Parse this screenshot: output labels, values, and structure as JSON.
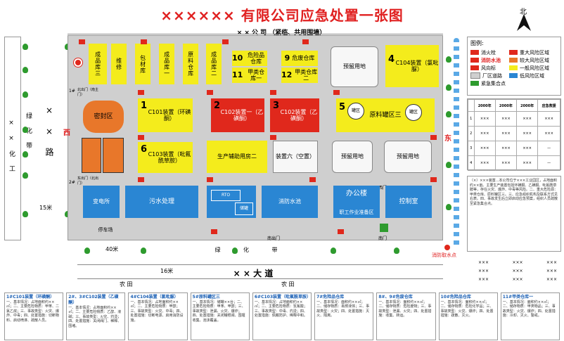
{
  "title": "×××××× 有限公司应急处置一张图",
  "north": "北",
  "top_road": "× × 公 司 （紧临、共用围墙）",
  "west_label": "西",
  "east_label": "东",
  "left_roads": {
    "green_strip": "绿 化 带",
    "industry": "× × 化 工",
    "road": "× × 路",
    "distance": "15米"
  },
  "bottom": {
    "green_strip": "绿 化 带",
    "distance_40": "40米",
    "distance_16": "16米",
    "avenue": "× × 大 道",
    "farmland_left": "农 田",
    "farmland_right": "农 田"
  },
  "gates": {
    "north_gate": "1#",
    "east_gate": "2#",
    "west_gate_label": "西门",
    "south_gate_label": "南门",
    "upper_gate": "北出门（南主门）",
    "lower_gate": "东出门（北出门）",
    "south_exit": "南出门"
  },
  "water_point": "消防取水点",
  "buildings": {
    "row1": [
      {
        "label": "成品库三"
      },
      {
        "label": "维修"
      },
      {
        "label": "包材库"
      },
      {
        "label": "成品库一"
      },
      {
        "label": "原料仓库"
      },
      {
        "label": "成品库二"
      }
    ],
    "dangerous_10": {
      "num": "10",
      "label": "危险品仓库"
    },
    "dangerous_11": {
      "num": "11",
      "label": "甲类仓库一"
    },
    "dangerous_9": {
      "num": "9",
      "label": "危废仓库"
    },
    "dangerous_12": {
      "num": "12",
      "label": "甲类仓库二"
    },
    "reserve_top": "预留用地",
    "c104": {
      "num": "4",
      "label": "C104装置（氯吡脲）"
    },
    "c101": {
      "num": "1",
      "label": "C101装置（环磺酮）"
    },
    "c102": {
      "num": "2",
      "label": "C102装置一（乙磺酮）"
    },
    "c103b": {
      "num": "3",
      "label": "C102装置（乙磺酮）"
    },
    "c103": {
      "num": "6",
      "label": "C103装置（吡氟酰草胺）"
    },
    "tank_area": {
      "num": "5",
      "label": "原料罐区三"
    },
    "tank_a": "罐区",
    "tank_b": "罐区",
    "aux_factory": "生产辅助用房二",
    "device6": "装置六（空置）",
    "reserve_mid": "预留用地",
    "reserve_right": "预留用地",
    "sealed_zone": "密封区",
    "power": "变电所",
    "sewage": "污水处理",
    "rto": "RTO",
    "storage": "储罐",
    "pool": "消防水池",
    "office": "办公楼",
    "staff": "职工作业准备区",
    "control": "控制室",
    "parking": "停车场",
    "assembly": "紧急集合点"
  },
  "legend": {
    "title": "图例:",
    "items": [
      {
        "label": "消火栓",
        "color": "#e0281c"
      },
      {
        "label": "重大风险区域",
        "color": "#e0281c"
      },
      {
        "label": "消防水池",
        "color": "#e0281c"
      },
      {
        "label": "较大风险区域",
        "color": "#e8772a"
      },
      {
        "label": "风向标",
        "color": "#e0281c"
      },
      {
        "label": "一般风险区域",
        "color": "#f4ec1c"
      },
      {
        "label": "厂区道路",
        "color": "#cfcfcf"
      },
      {
        "label": "低风险区域",
        "color": "#2a86d3"
      },
      {
        "label": "紧急集合点",
        "color": "#2e9b2e"
      }
    ]
  },
  "contact_table": {
    "headers": [
      "",
      "2000年",
      "2000年",
      "2000年",
      "应急救援"
    ],
    "rows": [
      [
        "1",
        "×××",
        "×××",
        "×××",
        "×××"
      ],
      [
        "2",
        "×××",
        "×××",
        "×××",
        "×××"
      ],
      [
        "3",
        "×××",
        "×××",
        "×××",
        "—"
      ],
      [
        "4",
        "×××",
        "×××",
        "×××",
        "—"
      ]
    ]
  },
  "notes": {
    "text": "（×）×××装置...本公司位于×××工业园区，占地面积约××亩。主要生产装置包括环磺酮、乙磺酮、吡氟酰草胺等，存在火灾、爆炸、中毒等风险。二、重大危险源：甲类仓库、原料罐区三。三、应急组织机构及联系方式见右表。四、事故发生后立即启动应急预案，组织人员疏散至紧急集合点。"
  },
  "signatures": {
    "rows": [
      [
        "×××",
        "×××",
        "×××"
      ],
      [
        "×××",
        "×××",
        "×××"
      ],
      [
        "×××",
        "×××",
        "×××"
      ]
    ]
  },
  "cards": [
    {
      "title": "1#C101装置（环磺酮）",
      "text": "一、基本情况：占地面积约××㎡；二、主要危险物质：甲苯、二氯乙烷；三、事故类型：火灾、爆炸、中毒；四、处置措施：切断物料、启动喷淋、疏散人员。"
    },
    {
      "title": "2#、3#C102装置（乙磺酮）",
      "text": "一、基本情况：占地面积约××㎡；二、主要危险物质：乙醇、液碱；三、事故类型：火灾、灼烫；四、处置措施：关闭阀门、稀释、围堵。"
    },
    {
      "title": "4#C104装置（氯吡脲）",
      "text": "一、基本情况：占地面积约××㎡；二、主要危险物质：甲醇；三、事故类型：火灾、中毒；四、处置措施：切断电源、启用消防设施。"
    },
    {
      "title": "5#原料罐区三",
      "text": "一、基本情况：储罐××台；二、主要危险物质：甲苯、甲醇；三、事故类型：泄漏、火灾、爆炸；四、处置措施：关闭罐根阀、围堰收集、泡沫覆盖。"
    },
    {
      "title": "6#C103装置（吡氟酰草胺）",
      "text": "一、基本情况：占地面积约××㎡；二、主要危险物质：氢氟酸；三、事故类型：中毒、灼烫；四、处置措施：佩戴防护、稀释中和。"
    },
    {
      "title": "7#危险品仓库",
      "text": "一、基本情况：面积约××㎡；二、储存物质：易燃液体；三、事故类型：火灾；四、处置措施：灭火、隔离。"
    },
    {
      "title": "8#、9#危废仓库",
      "text": "一、基本情况：面积约××㎡；二、储存物质：危险废物；三、事故类型：泄漏、火灾；四、处置措施：收集、转运。"
    },
    {
      "title": "10#危险品仓库",
      "text": "一、基本情况：面积约××㎡；二、储存物质：危险化学品；三、事故类型：火灾、爆炸；四、处置措施：疏散、灭火。"
    },
    {
      "title": "11#甲类仓库一",
      "text": "一、基本情况：面积约××㎡；二、储存物质：甲类物品；三、事故类型：火灾、爆炸；四、处置措施：冷却、灭火、警戒。"
    }
  ]
}
